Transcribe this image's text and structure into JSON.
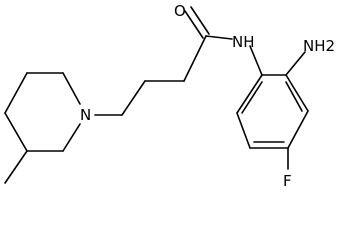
{
  "molecule": {
    "atom_labels": {
      "oxygen": "O",
      "amide_nitrogen": "NH",
      "amine_group": "NH2",
      "piperidine_nitrogen": "N",
      "fluorine": "F"
    },
    "colors": {
      "bond": "#000000",
      "label": "#000000",
      "background": "#ffffff"
    }
  }
}
